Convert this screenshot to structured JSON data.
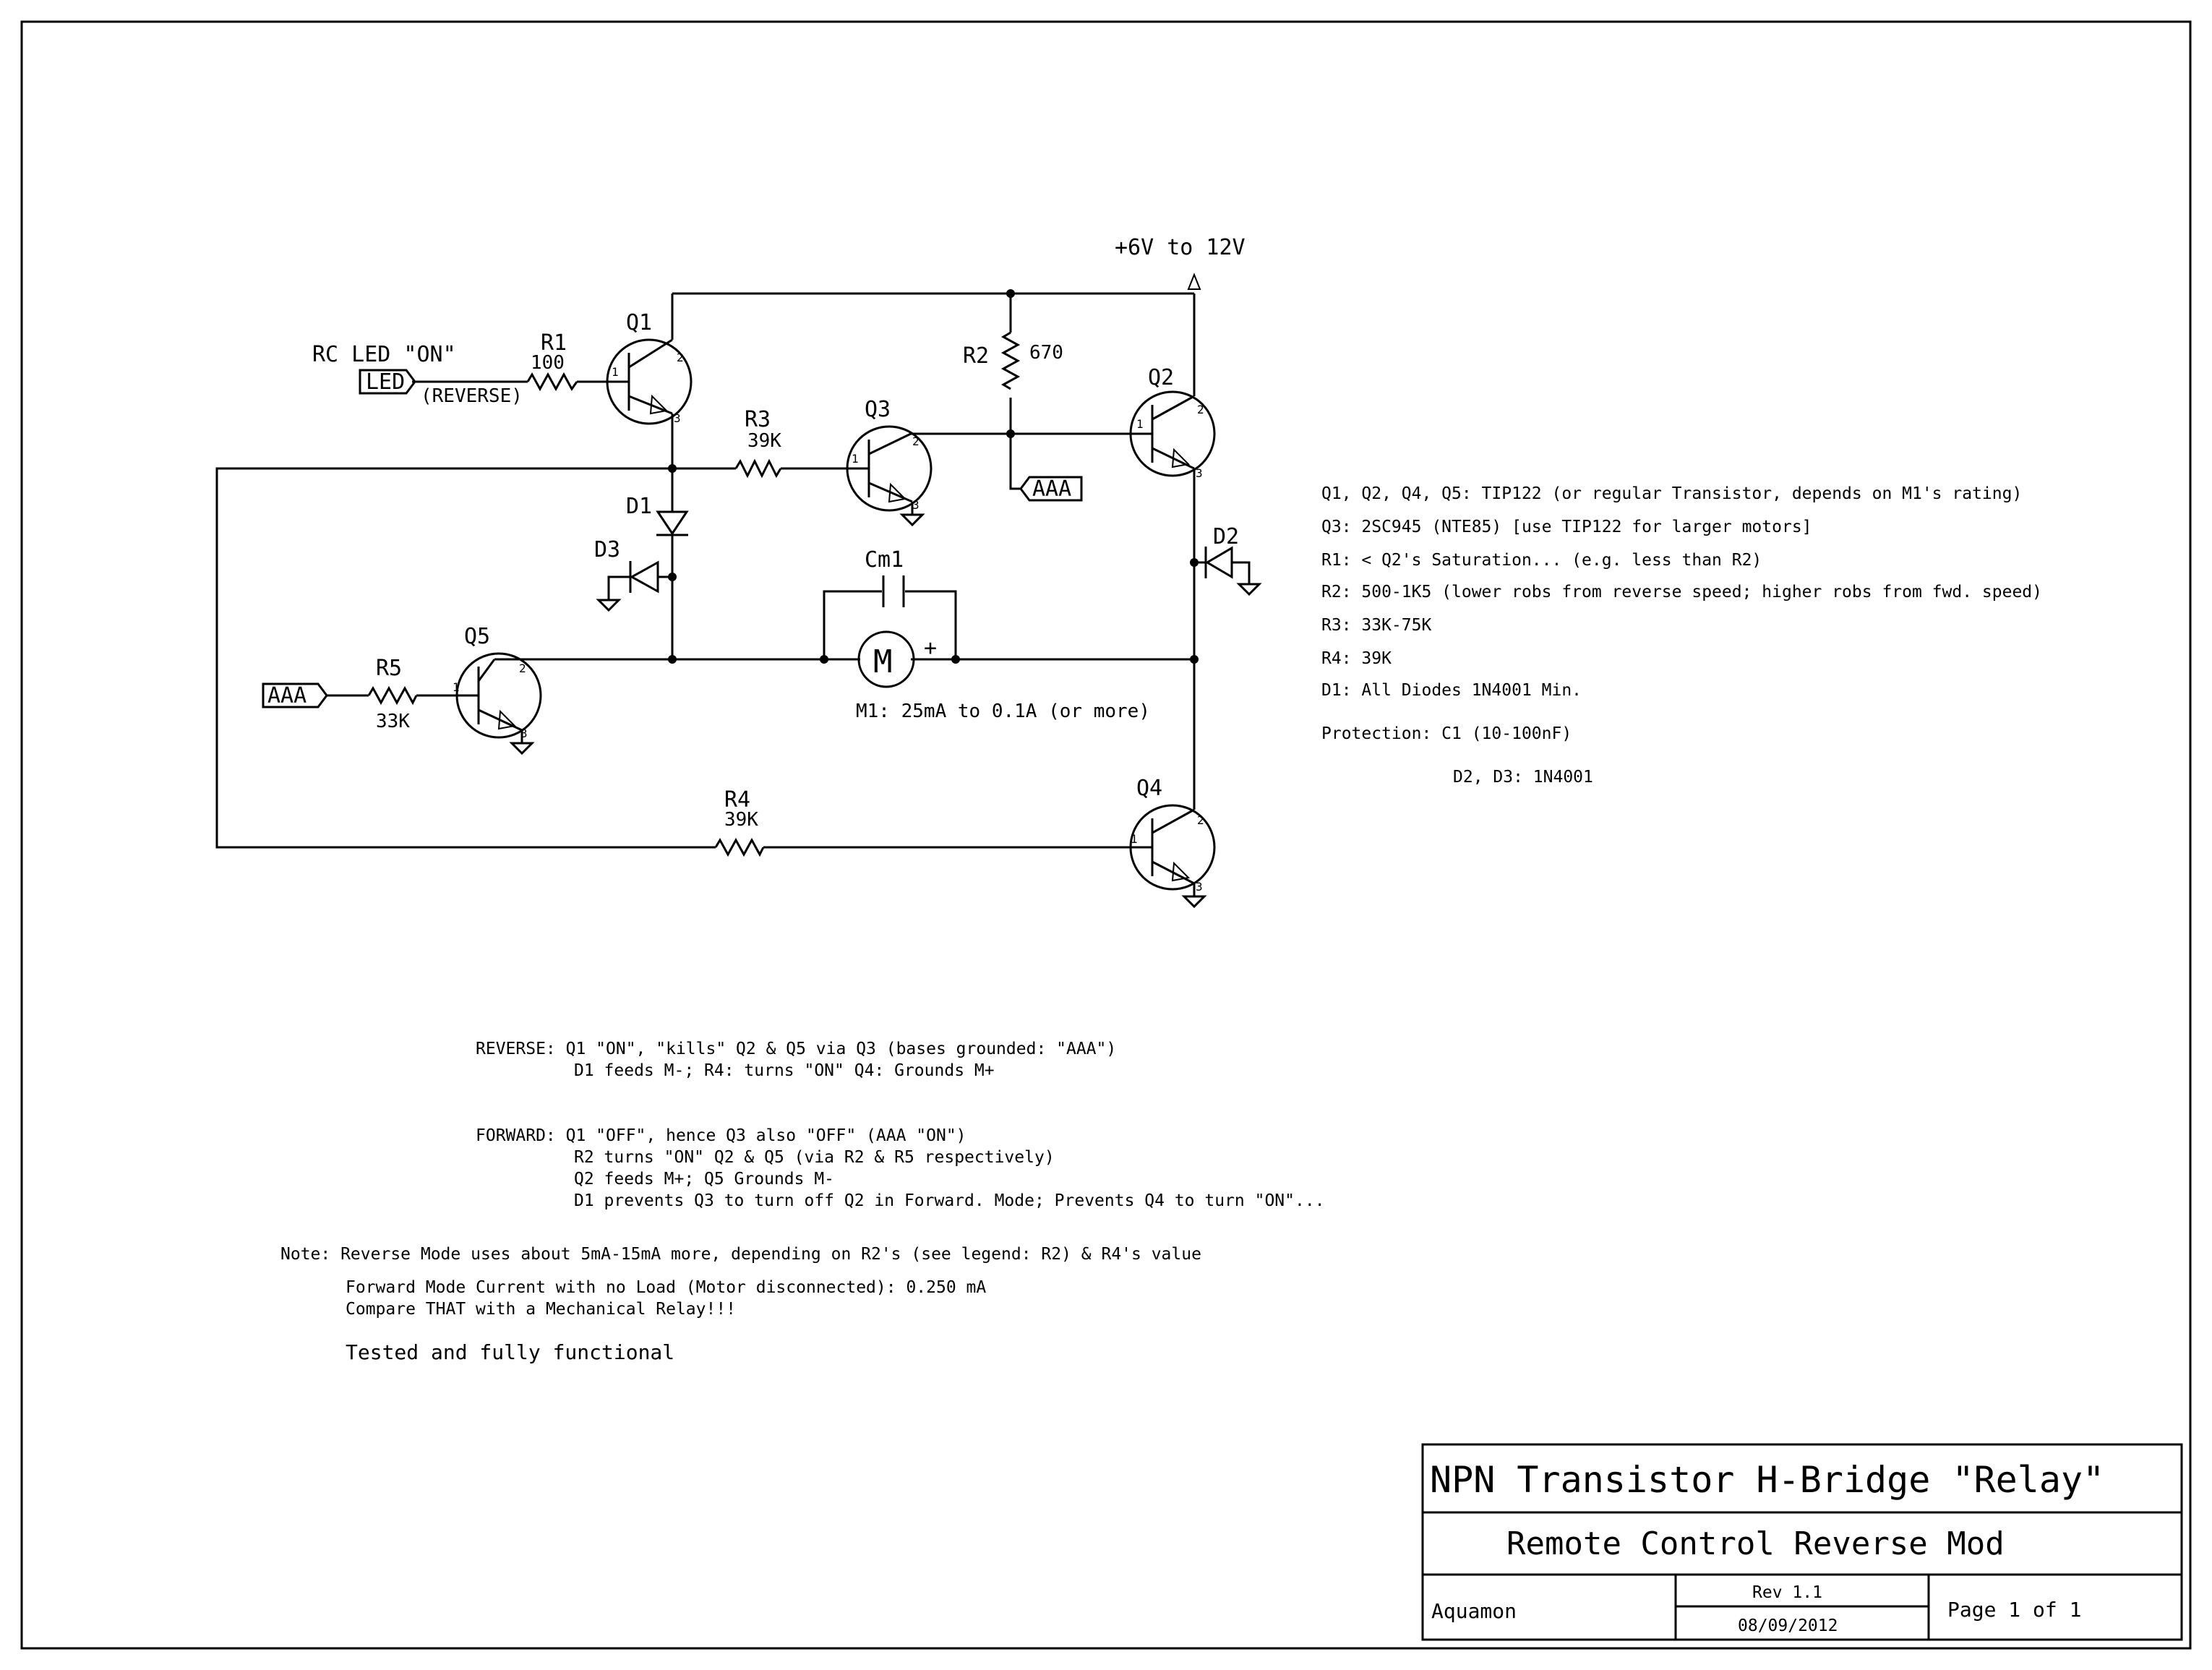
{
  "supply_label": "+6V to 12V",
  "components": {
    "q1": {
      "ref": "Q1"
    },
    "q2": {
      "ref": "Q2"
    },
    "q3": {
      "ref": "Q3"
    },
    "q4": {
      "ref": "Q4"
    },
    "q5": {
      "ref": "Q5"
    },
    "r1": {
      "ref": "R1",
      "value": "100"
    },
    "r2": {
      "ref": "R2",
      "value": "670"
    },
    "r3": {
      "ref": "R3",
      "value": "39K"
    },
    "r4": {
      "ref": "R4",
      "value": "39K"
    },
    "r5": {
      "ref": "R5",
      "value": "33K"
    },
    "d1": {
      "ref": "D1"
    },
    "d2": {
      "ref": "D2"
    },
    "d3": {
      "ref": "D3"
    },
    "cm1": {
      "ref": "Cm1"
    },
    "m1": {
      "symbol": "M",
      "plus": "+",
      "label": "M1: 25mA to 0.1A (or more)"
    }
  },
  "pin_numbers": {
    "one": "1",
    "two": "2",
    "three": "3"
  },
  "ports": {
    "led": "LED",
    "aaa_top": "AAA",
    "aaa_left": "AAA"
  },
  "rc_led_label": "RC LED \"ON\"",
  "reverse_tag": "(REVERSE)",
  "legend": [
    "Q1, Q2, Q4, Q5: TIP122 (or regular Transistor, depends on M1's rating)",
    "Q3: 2SC945 (NTE85) [use TIP122 for larger motors]",
    "R1: < Q2's Saturation... (e.g. less than R2)",
    "R2: 500-1K5 (lower robs from reverse speed; higher robs from fwd. speed)",
    "R3: 33K-75K",
    "R4: 39K",
    "D1: All Diodes 1N4001 Min.",
    "Protection: C1 (10-100nF)",
    "D2, D3: 1N4001"
  ],
  "notes": {
    "reverse": [
      "REVERSE: Q1 \"ON\", \"kills\" Q2 & Q5 via Q3 (bases grounded: \"AAA\")",
      "D1 feeds M-; R4: turns \"ON\" Q4: Grounds M+"
    ],
    "forward": [
      "FORWARD: Q1 \"OFF\", hence Q3 also \"OFF\" (AAA \"ON\")",
      "R2 turns \"ON\" Q2 & Q5 (via R2 & R5 respectively)",
      "Q2 feeds M+; Q5 Grounds M-",
      "D1 prevents Q3 to turn off Q2 in Forward. Mode; Prevents Q4 to turn \"ON\"..."
    ],
    "note": [
      "Note: Reverse Mode uses about 5mA-15mA more, depending on R2's (see legend: R2) & R4's value",
      "Forward Mode Current with no Load (Motor disconnected): 0.250 mA",
      "Compare THAT with a Mechanical Relay!!!"
    ],
    "tested": "Tested and fully functional"
  },
  "title_block": {
    "title": "NPN Transistor H-Bridge \"Relay\"",
    "subtitle": "Remote Control Reverse Mod",
    "author": "Aquamon",
    "rev": "Rev 1.1",
    "date": "08/09/2012",
    "page": "Page 1 of 1"
  }
}
